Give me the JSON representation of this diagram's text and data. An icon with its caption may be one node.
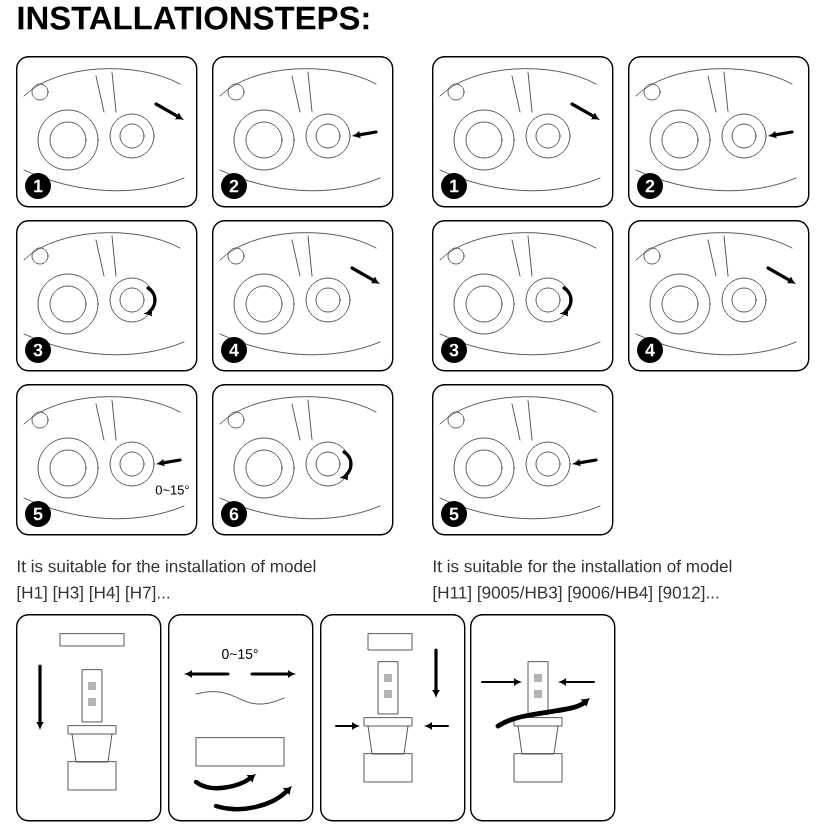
{
  "diagram": {
    "title": "INSTALLATIONSTEPS:",
    "nodes": [
      {
        "text": [
          "1"
        ]
      },
      {
        "text": [
          "2"
        ]
      },
      {
        "text": [
          "3"
        ]
      },
      {
        "text": [
          "4"
        ]
      },
      {
        "text": [
          "5",
          "0~15°"
        ]
      },
      {
        "text": [
          "6"
        ]
      },
      {
        "text": [
          "1"
        ]
      },
      {
        "text": [
          "2"
        ]
      },
      {
        "text": [
          "3"
        ]
      },
      {
        "text": [
          "4"
        ]
      },
      {
        "text": [
          "5"
        ]
      },
      {
        "text": [],
        "shape": "box"
      },
      {
        "text": [
          "0~15°"
        ]
      },
      {
        "text": [],
        "shape": "box"
      },
      {
        "text": [],
        "shape": "box"
      }
    ],
    "edges": [],
    "labels": [
      "It is suitable for the installation of model",
      "[H1] [H3] [H4] [H7]...",
      "It is suitable for the installation of model",
      "[H11] [9005/HB3] [9006/HB4] [9012]..."
    ]
  }
}
